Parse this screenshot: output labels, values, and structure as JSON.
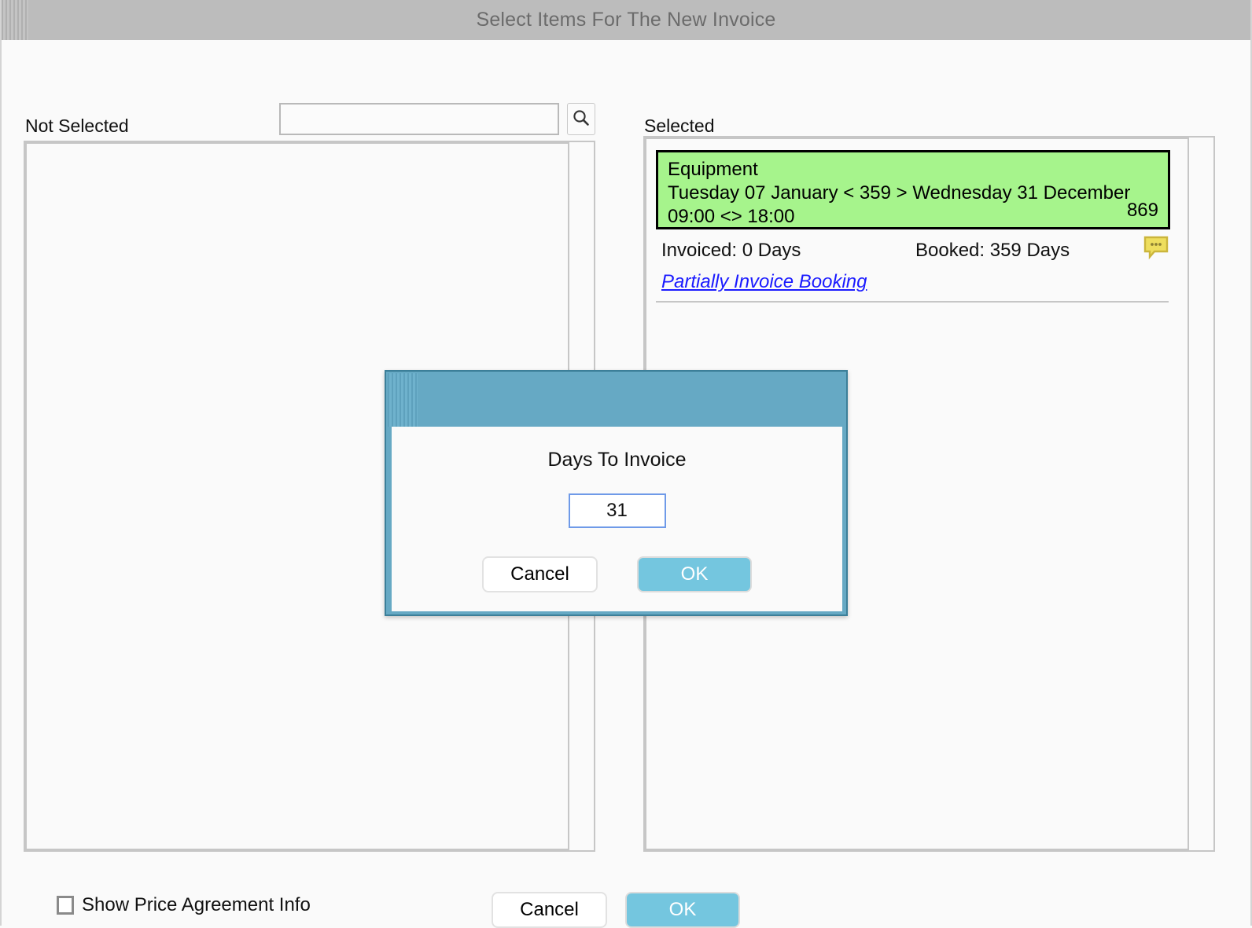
{
  "window": {
    "title": "Select Items For The New Invoice"
  },
  "panels": {
    "not_selected_label": "Not Selected",
    "selected_label": "Selected"
  },
  "search": {
    "value": "",
    "placeholder": "",
    "icon": "search-icon"
  },
  "selected_items": [
    {
      "name": "Equipment",
      "period": "Tuesday 07 January < 359 > Wednesday 31 December",
      "times": "09:00 <> 18:00",
      "quantity": "869",
      "invoiced": "Invoiced: 0 Days",
      "booked": "Booked: 359 Days",
      "link": "Partially Invoice Booking",
      "note_icon": "note-comment-icon"
    }
  ],
  "bottom_bar": {
    "checkbox_label": "Show Price Agreement Info",
    "checkbox_checked": false,
    "cancel_label": "Cancel",
    "ok_label": "OK"
  },
  "modal": {
    "title": "Days To Invoice",
    "input_value": "31",
    "input_placeholder": "",
    "cancel_label": "Cancel",
    "ok_label": "OK"
  },
  "colors": {
    "titlebar": "#bcbcbc",
    "accent_ok": "#74c6df",
    "modal_frame": "#66a9c4",
    "selected_card": "#a6f48c",
    "link": "#1a1aff",
    "note": "#e3d04a"
  }
}
